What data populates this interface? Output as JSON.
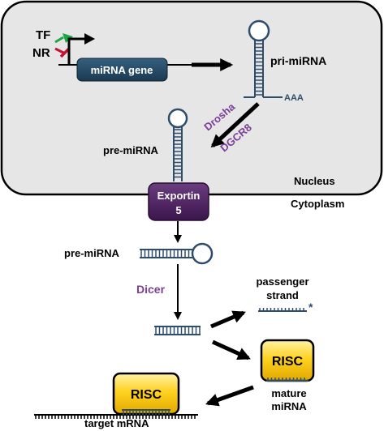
{
  "regulators": {
    "tf": "TF",
    "nr": "NR"
  },
  "gene": {
    "label": "miRNA gene"
  },
  "pri": {
    "label": "pri-miRNA",
    "tail": "AAA"
  },
  "enzymes": {
    "drosha": "Drosha",
    "dgcr8": "DGCR8",
    "dicer": "Dicer"
  },
  "pre_nucleus": {
    "label": "pre-miRNA"
  },
  "compartments": {
    "nucleus": "Nucleus",
    "cytoplasm": "Cytoplasm"
  },
  "exportin": {
    "line1": "Exportin",
    "line2": "5"
  },
  "pre_cyto": {
    "label": "pre-miRNA"
  },
  "passenger": {
    "line1": "passenger",
    "line2": "strand",
    "mark": "*"
  },
  "risc_mature": {
    "label": "RISC",
    "caption1": "mature",
    "caption2": "miRNA"
  },
  "risc_target": {
    "label": "RISC",
    "caption": "target mRNA"
  },
  "colors": {
    "nucleus_fill": "#e6e6e6",
    "gene_box": "#244560",
    "rna": "#2e4d6b",
    "exportin": "#4a1f5c",
    "enzyme_text": "#7b3f99",
    "risc_fill": "#ffd21f",
    "activate": "#1aa845",
    "repress": "#c8102e"
  }
}
